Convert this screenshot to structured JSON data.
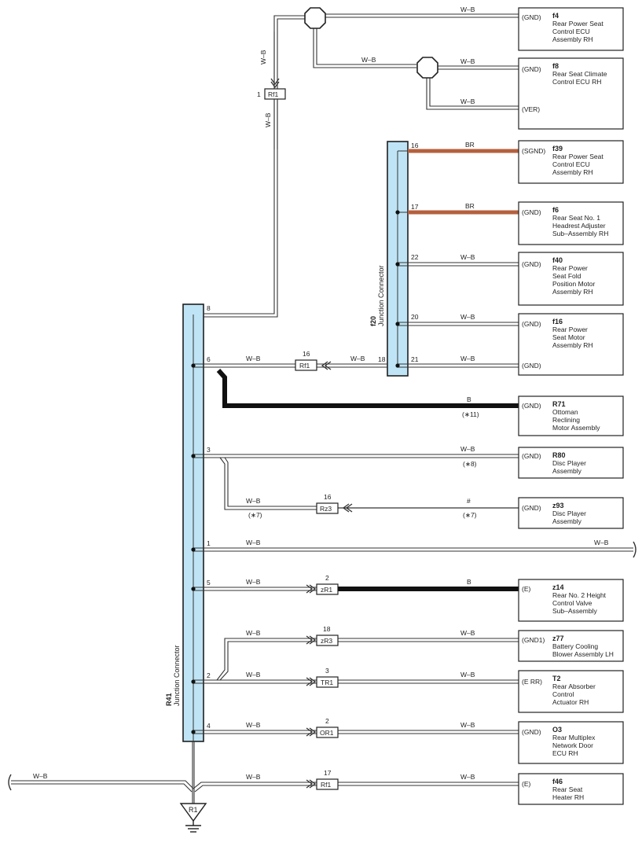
{
  "colors": {
    "wb": "#333333",
    "br": "#b5603e",
    "black": "#111111",
    "jc_fill": "#bfe4f5",
    "jc_stroke": "#1f1f1f"
  },
  "junction_connectors": {
    "r41": {
      "code": "R41",
      "label": "Junction Connector"
    },
    "f20": {
      "code": "f20",
      "label": "Junction Connector"
    }
  },
  "ground": {
    "label": "R1"
  },
  "components": {
    "f4": {
      "code": "f4",
      "pins": [
        "(GND)"
      ],
      "lines": [
        "Rear Power Seat",
        "Control ECU",
        "Assembly RH"
      ]
    },
    "f8": {
      "code": "f8",
      "pins": [
        "(GND)",
        "(VER)"
      ],
      "lines": [
        "Rear Seat Climate",
        "Control ECU RH"
      ]
    },
    "f39": {
      "code": "f39",
      "pins": [
        "(SGND)"
      ],
      "lines": [
        "Rear Power Seat",
        "Control ECU",
        "Assembly RH"
      ]
    },
    "f6": {
      "code": "f6",
      "pins": [
        "(GND)"
      ],
      "lines": [
        "Rear Seat No. 1",
        "Headrest Adjuster",
        "Sub–Assembly RH"
      ]
    },
    "f40": {
      "code": "f40",
      "pins": [
        "(GND)"
      ],
      "lines": [
        "Rear Power",
        "Seat Fold",
        "Position Motor",
        "Assembly RH"
      ]
    },
    "f16": {
      "code": "f16",
      "pins": [
        "(GND)",
        "(GND)"
      ],
      "lines": [
        "Rear Power",
        "Seat Motor",
        "Assembly RH"
      ]
    },
    "r71": {
      "code": "R71",
      "pins": [
        "(GND)"
      ],
      "lines": [
        "Ottoman",
        "Reclining",
        "Motor Assembly"
      ]
    },
    "r80": {
      "code": "R80",
      "pins": [
        "(GND)"
      ],
      "lines": [
        "Disc Player",
        "Assembly"
      ]
    },
    "z93": {
      "code": "z93",
      "pins": [
        "(GND)"
      ],
      "lines": [
        "Disc Player",
        "Assembly"
      ]
    },
    "z14": {
      "code": "z14",
      "pins": [
        "(E)"
      ],
      "lines": [
        "Rear No. 2 Height",
        "Control Valve",
        "Sub–Assembly"
      ]
    },
    "z77": {
      "code": "z77",
      "pins": [
        "(GND1)"
      ],
      "lines": [
        "Battery Cooling",
        "Blower Assembly LH"
      ]
    },
    "t2": {
      "code": "T2",
      "pins": [
        "(E RR)"
      ],
      "lines": [
        "Rear Absorber",
        "Control",
        "Actuator RH"
      ]
    },
    "o3": {
      "code": "O3",
      "pins": [
        "(GND)"
      ],
      "lines": [
        "Rear Multiplex",
        "Network Door",
        "ECU RH"
      ]
    },
    "f46": {
      "code": "f46",
      "pins": [
        "(E)"
      ],
      "lines": [
        "Rear Seat",
        "Heater RH"
      ]
    }
  },
  "inline_connectors": {
    "rf1_top": {
      "code": "Rf1",
      "pin": "1"
    },
    "rf1_16": {
      "code": "Rf1",
      "pin": "16"
    },
    "rz3": {
      "code": "Rz3",
      "pin": "16"
    },
    "zr1": {
      "code": "zR1",
      "pin": "2"
    },
    "zr3": {
      "code": "zR3",
      "pin": "18"
    },
    "tr1": {
      "code": "TR1",
      "pin": "3"
    },
    "or1": {
      "code": "OR1",
      "pin": "2"
    },
    "rf1_17": {
      "code": "Rf1",
      "pin": "17"
    }
  },
  "pins": {
    "r41": [
      "8",
      "6",
      "3",
      "1",
      "5",
      "2",
      "4"
    ],
    "f20": [
      "16",
      "17",
      "22",
      "20",
      "21",
      "18"
    ]
  },
  "wires": {
    "wb": "W–B",
    "br": "BR",
    "b": "B",
    "hash": "#",
    "note11": "(∗11)",
    "note8": "(∗8)",
    "note7": "(∗7)"
  }
}
